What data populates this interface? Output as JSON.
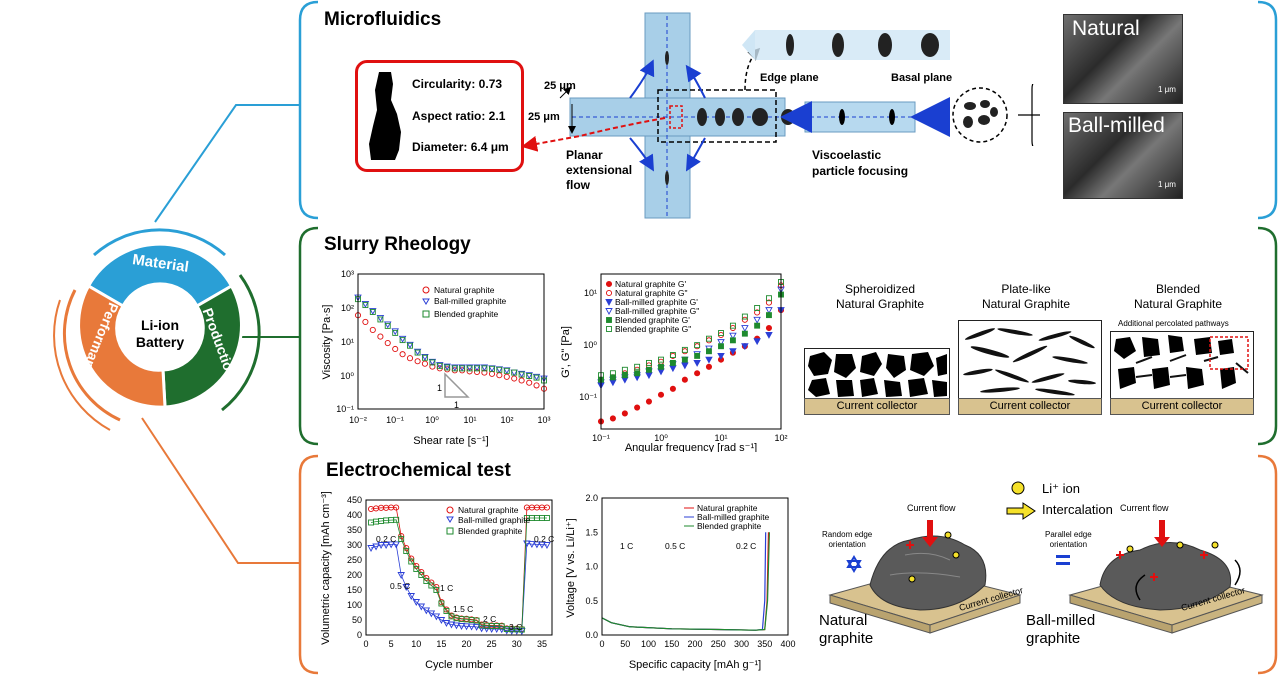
{
  "hub": {
    "center_line1": "Li-ion",
    "center_line2": "Battery",
    "material": "Material",
    "production": "Production",
    "performance": "Performance",
    "colors": {
      "material": "#2a9fd6",
      "production": "#1f6e2e",
      "performance": "#e8793a"
    }
  },
  "microfluidics": {
    "title": "Microfluidics",
    "circularity": "Circularity: 0.73",
    "aspect_ratio": "Aspect ratio: 2.1",
    "diameter": "Diameter: 6.4 μm",
    "dim_top": "25 μm",
    "dim_side": "25 μm",
    "planar_flow": [
      "Planar",
      "extensional",
      "flow"
    ],
    "edge_plane": "Edge plane",
    "basal_plane": "Basal plane",
    "viscoelastic": [
      "Viscoelastic",
      "particle focusing"
    ],
    "natural": "Natural",
    "ball_milled": "Ball-milled",
    "scale_bar": "1 μm"
  },
  "rheology": {
    "title": "Slurry Rheology",
    "visc_chart": {
      "ylabel": "Viscosity [Pa·s]",
      "xlabel": "Shear rate [s⁻¹]",
      "xticks": [
        "10⁻²",
        "10⁻¹",
        "10⁰",
        "10¹",
        "10²",
        "10³"
      ],
      "yticks": [
        "10³",
        "10²",
        "10¹",
        "10⁰",
        "10⁻¹"
      ],
      "legend": [
        "Natural graphite",
        "Ball-milled graphite",
        "Blended graphite"
      ],
      "slope_labels": [
        "1",
        "1"
      ]
    },
    "mod_chart": {
      "ylabel": "G', G\" [Pa]",
      "xlabel": "Angular frequency [rad s⁻¹]",
      "xticks": [
        "10⁻¹",
        "10⁰",
        "10¹",
        "10²"
      ],
      "yticks": [
        "10¹",
        "10⁰",
        "10⁻¹"
      ],
      "legend": [
        "Natural graphite G'",
        "Natural graphite G\"",
        "Ball-milled graphite G'",
        "Ball-milled graphite G\"",
        "Blended graphite G'",
        "Blended graphite G\""
      ]
    },
    "panels": [
      {
        "title": [
          "Spheroidized",
          "Natural Graphite"
        ],
        "collector": "Current collector"
      },
      {
        "title": [
          "Plate-like",
          "Natural Graphite"
        ],
        "collector": "Current collector"
      },
      {
        "title": [
          "Blended",
          "Natural Graphite"
        ],
        "collector": "Current collector",
        "note": "Additional percolated pathways"
      }
    ]
  },
  "electrochem": {
    "title": "Electrochemical test",
    "cap_chart": {
      "ylabel": "Volumetric capacity [mAh cm⁻³]",
      "xlabel": "Cycle number",
      "xticks": [
        "0",
        "5",
        "10",
        "15",
        "20",
        "25",
        "30",
        "35"
      ],
      "yticks": [
        "0",
        "50",
        "100",
        "150",
        "200",
        "250",
        "300",
        "350",
        "400",
        "450"
      ],
      "legend": [
        "Natural graphite",
        "Ball-milled graphite",
        "Blended graphite"
      ],
      "rates": [
        "0.2 C",
        "0.5 C",
        "1 C",
        "1.5 C",
        "2 C",
        "3 C",
        "0.2 C"
      ]
    },
    "volt_chart": {
      "ylabel": "Voltage [V vs. Li/Li⁺]",
      "xlabel": "Specific capacity [mAh g⁻¹]",
      "xticks": [
        "0",
        "50",
        "100",
        "150",
        "200",
        "250",
        "300",
        "350",
        "400"
      ],
      "yticks": [
        "0.0",
        "0.5",
        "1.0",
        "1.5",
        "2.0"
      ],
      "legend": [
        "Natural graphite",
        "Ball-milled graphite",
        "Blended graphite"
      ],
      "rates": [
        "1 C",
        "0.5 C",
        "0.2 C"
      ]
    },
    "li_ion": "Li⁺ ion",
    "intercalation": "Intercalation",
    "current_flow": "Current flow",
    "random_edge": [
      "Random edge",
      "orientation"
    ],
    "parallel_edge": [
      "Parallel edge",
      "orientation"
    ],
    "collector": "Current collector",
    "natural_label": [
      "Natural",
      "graphite"
    ],
    "ballmilled_label": [
      "Ball-milled",
      "graphite"
    ]
  },
  "chart_data": [
    {
      "type": "scatter",
      "xlabel": "Shear rate [s⁻¹]",
      "ylabel": "Viscosity [Pa·s]",
      "xscale": "log",
      "yscale": "log",
      "xlim": [
        0.01,
        1000
      ],
      "ylim": [
        0.1,
        1000
      ],
      "x": [
        0.01,
        0.0158,
        0.025,
        0.04,
        0.063,
        0.1,
        0.158,
        0.25,
        0.4,
        0.63,
        1,
        1.58,
        2.5,
        4,
        6.3,
        10,
        15.8,
        25,
        40,
        63,
        100,
        158,
        250,
        400,
        630,
        1000
      ],
      "series": [
        {
          "name": "Natural graphite",
          "values": [
            60,
            38,
            22,
            14,
            9,
            6,
            4.2,
            3.2,
            2.6,
            2.2,
            1.8,
            1.6,
            1.5,
            1.4,
            1.4,
            1.3,
            1.25,
            1.2,
            1.1,
            1.0,
            0.9,
            0.8,
            0.7,
            0.6,
            0.5,
            0.4
          ]
        },
        {
          "name": "Ball-milled graphite",
          "values": [
            200,
            130,
            80,
            50,
            32,
            20,
            12,
            8,
            5,
            3.5,
            2.5,
            2.0,
            1.8,
            1.7,
            1.7,
            1.7,
            1.7,
            1.7,
            1.6,
            1.5,
            1.4,
            1.2,
            1.1,
            1.0,
            0.9,
            0.8
          ]
        },
        {
          "name": "Blended graphite",
          "values": [
            180,
            120,
            75,
            45,
            29,
            18,
            11,
            7.5,
            4.7,
            3.3,
            2.4,
            1.9,
            1.7,
            1.6,
            1.6,
            1.6,
            1.6,
            1.6,
            1.55,
            1.45,
            1.35,
            1.2,
            1.05,
            0.95,
            0.85,
            0.7
          ]
        }
      ]
    },
    {
      "type": "scatter",
      "xlabel": "Angular frequency [rad s⁻¹]",
      "ylabel": "G', G\" [Pa]",
      "xscale": "log",
      "yscale": "log",
      "xlim": [
        0.1,
        100
      ],
      "ylim": [
        0.05,
        50
      ],
      "x": [
        0.1,
        0.158,
        0.25,
        0.4,
        0.63,
        1,
        1.58,
        2.5,
        4,
        6.3,
        10,
        15.8,
        25,
        40,
        63,
        100
      ],
      "series": [
        {
          "name": "Natural graphite G'",
          "values": [
            0.07,
            0.08,
            0.1,
            0.13,
            0.17,
            0.23,
            0.3,
            0.45,
            0.6,
            0.8,
            1.1,
            1.5,
            2.0,
            2.8,
            4.5,
            10
          ]
        },
        {
          "name": "Natural graphite G\"",
          "values": [
            0.45,
            0.5,
            0.6,
            0.7,
            0.85,
            1.0,
            1.3,
            1.6,
            2.0,
            2.6,
            3.3,
            4.5,
            6.5,
            9,
            14,
            30
          ]
        },
        {
          "name": "Ball-milled graphite G'",
          "values": [
            0.35,
            0.4,
            0.45,
            0.5,
            0.55,
            0.65,
            0.75,
            0.85,
            0.95,
            1.1,
            1.3,
            1.6,
            2.0,
            2.5,
            3.3,
            10
          ]
        },
        {
          "name": "Ball-milled graphite G\"",
          "values": [
            0.4,
            0.45,
            0.5,
            0.55,
            0.65,
            0.75,
            0.9,
            1.1,
            1.4,
            1.8,
            2.4,
            3.2,
            4.5,
            6.5,
            10,
            25
          ]
        },
        {
          "name": "Blended graphite G'",
          "values": [
            0.45,
            0.5,
            0.55,
            0.6,
            0.7,
            0.8,
            0.95,
            1.1,
            1.3,
            1.6,
            2.0,
            2.6,
            3.5,
            5,
            8,
            20
          ]
        },
        {
          "name": "Blended graphite G\"",
          "values": [
            0.55,
            0.6,
            0.7,
            0.8,
            0.95,
            1.1,
            1.35,
            1.7,
            2.1,
            2.8,
            3.6,
            5,
            7.5,
            11,
            17,
            35
          ]
        }
      ]
    },
    {
      "type": "line",
      "xlabel": "Cycle number",
      "ylabel": "Volumetric capacity [mAh cm⁻³]",
      "xlim": [
        0,
        37
      ],
      "ylim": [
        0,
        450
      ],
      "x": [
        1,
        2,
        3,
        4,
        5,
        6,
        7,
        8,
        9,
        10,
        11,
        12,
        13,
        14,
        15,
        16,
        17,
        18,
        19,
        20,
        21,
        22,
        23,
        24,
        25,
        26,
        27,
        28,
        29,
        30,
        31,
        32,
        33,
        34,
        35,
        36
      ],
      "series": [
        {
          "name": "Natural graphite",
          "values": [
            420,
            422,
            424,
            424,
            425,
            425,
            330,
            290,
            255,
            230,
            210,
            190,
            175,
            160,
            110,
            85,
            65,
            58,
            55,
            54,
            52,
            50,
            35,
            33,
            32,
            32,
            31,
            22,
            21,
            21,
            20,
            425,
            425,
            425,
            425,
            425
          ]
        },
        {
          "name": "Ball-milled graphite",
          "values": [
            290,
            295,
            300,
            300,
            302,
            302,
            200,
            160,
            130,
            110,
            95,
            82,
            72,
            62,
            50,
            40,
            35,
            32,
            30,
            29,
            28,
            27,
            22,
            21,
            20,
            20,
            19,
            15,
            14,
            14,
            13,
            305,
            303,
            302,
            301,
            300
          ]
        },
        {
          "name": "Blended graphite",
          "values": [
            375,
            378,
            380,
            382,
            383,
            384,
            320,
            280,
            245,
            220,
            200,
            180,
            165,
            150,
            105,
            80,
            62,
            56,
            53,
            52,
            50,
            48,
            32,
            31,
            30,
            30,
            29,
            20,
            19,
            19,
            18,
            390,
            390,
            390,
            390,
            390
          ]
        }
      ]
    },
    {
      "type": "line",
      "xlabel": "Specific capacity [mAh g⁻¹]",
      "ylabel": "Voltage [V vs. Li/Li⁺]",
      "xlim": [
        0,
        400
      ],
      "ylim": [
        0,
        2.0
      ],
      "series": [
        {
          "name": "Natural graphite",
          "x": [
            0,
            20,
            60,
            150,
            250,
            330,
            350,
            355,
            358
          ],
          "values": [
            0.25,
            0.18,
            0.12,
            0.09,
            0.08,
            0.07,
            0.08,
            0.5,
            1.5
          ]
        },
        {
          "name": "Ball-milled graphite",
          "x": [
            0,
            20,
            60,
            150,
            250,
            330,
            345,
            350,
            352
          ],
          "values": [
            0.25,
            0.18,
            0.12,
            0.09,
            0.08,
            0.07,
            0.08,
            0.5,
            1.5
          ]
        },
        {
          "name": "Blended graphite",
          "x": [
            0,
            20,
            60,
            150,
            250,
            330,
            350,
            356,
            360
          ],
          "values": [
            0.25,
            0.18,
            0.12,
            0.09,
            0.08,
            0.07,
            0.08,
            0.5,
            1.5
          ]
        }
      ]
    }
  ]
}
